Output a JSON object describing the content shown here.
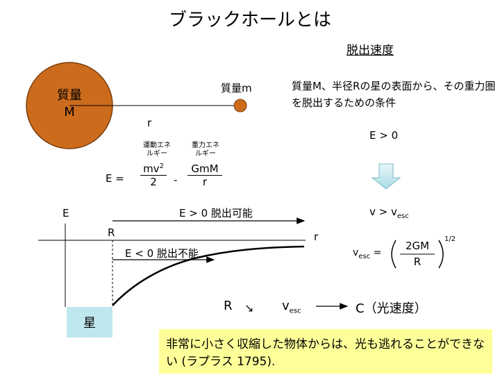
{
  "title": "ブラックホールとは",
  "subtitle": "脱出速度",
  "description": "質量M、半径Rの星の表面から、その重力圏を脱出するための条件",
  "planet": {
    "label_line1": "質量",
    "label_line2": "M"
  },
  "small_mass_label": "質量m",
  "radius_label": "r",
  "energy": {
    "kinetic_label_1": "運動エネ",
    "kinetic_label_2": "ルギー",
    "potential_label_1": "重力エネ",
    "potential_label_2": "ルギー",
    "lhs": "E =",
    "kinetic_num": "mv",
    "kinetic_exp": "2",
    "kinetic_den": "2",
    "minus": "-",
    "potential_num": "GmM",
    "potential_den": "r"
  },
  "condition": "E > 0",
  "velocity_condition": {
    "v": "v > v",
    "sub": "esc"
  },
  "escape_formula": {
    "lhs": "v",
    "lhs_sub": "esc",
    "eq": "=",
    "num": "2GM",
    "den": "R",
    "exponent": "1/2"
  },
  "graph": {
    "y_axis_label": "E",
    "x_axis_label": "r",
    "r_marker": "R",
    "escape_label": "E > 0 脱出可能",
    "no_escape_label": "E < 0 脱出不能",
    "star_label": "星"
  },
  "limit": {
    "r": "R",
    "arrow": "↘",
    "v": "v",
    "v_sub": "esc",
    "c": "C（光速度）"
  },
  "note": "非常に小さく収縮した物体からは、光も逃れることができない (ラプラス 1795).",
  "colors": {
    "planet": "#cc6b1c",
    "star_box": "#bfe7ee",
    "note_bg": "#ffff99",
    "down_arrow": "#bfe7ee"
  }
}
